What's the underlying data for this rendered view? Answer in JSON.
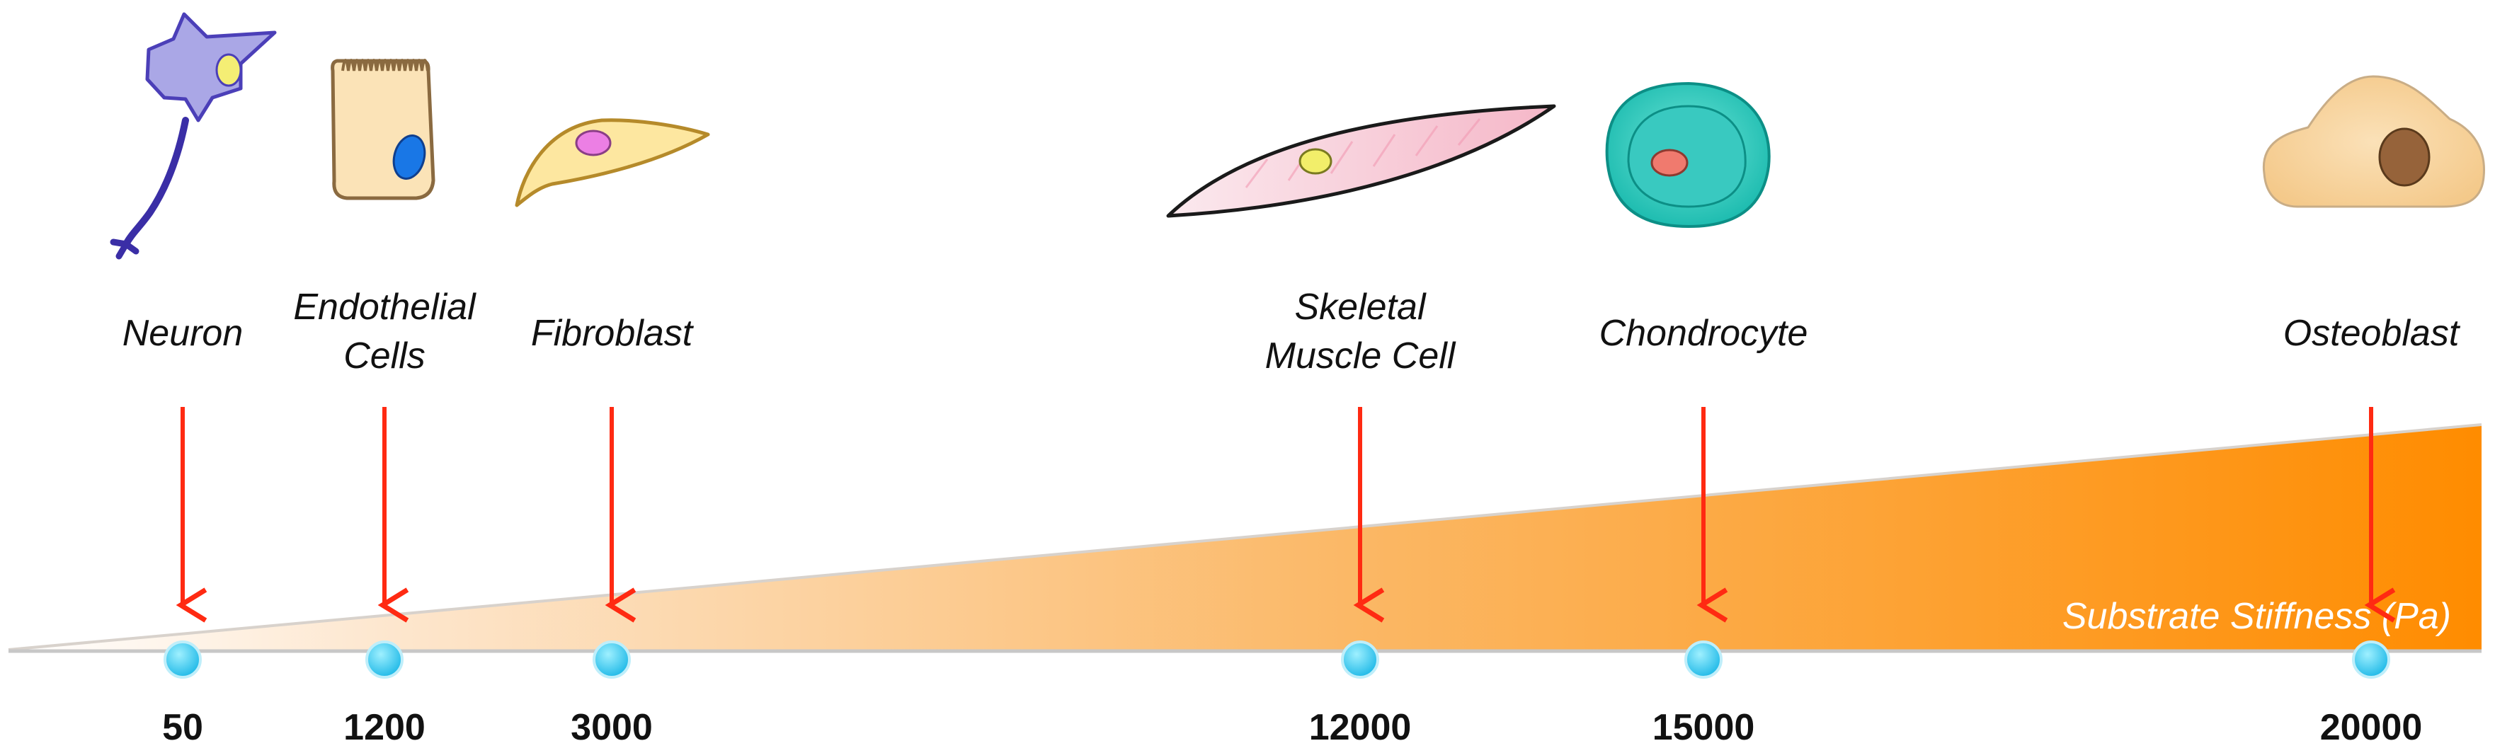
{
  "diagram": {
    "axis_title": "Substrate Stiffness (Pa)",
    "colors": {
      "wedge_start": "#ffffff",
      "wedge_end": "#ff8c00",
      "arrow": "#ff2a12",
      "marker": "#33c8f0"
    },
    "cells": [
      {
        "id": "neuron",
        "label_lines": [
          "Neuron"
        ],
        "value": 50,
        "tick_label": "50",
        "icon": "neuron-icon"
      },
      {
        "id": "endothelial",
        "label_lines": [
          "Endothelial",
          "Cells"
        ],
        "value": 1200,
        "tick_label": "1200",
        "icon": "endothelial-cell-icon"
      },
      {
        "id": "fibroblast",
        "label_lines": [
          "Fibroblast"
        ],
        "value": 3000,
        "tick_label": "3000",
        "icon": "fibroblast-icon"
      },
      {
        "id": "skeletal",
        "label_lines": [
          "Skeletal",
          "Muscle Cell"
        ],
        "value": 12000,
        "tick_label": "12000",
        "icon": "skeletal-muscle-cell-icon"
      },
      {
        "id": "chondrocyte",
        "label_lines": [
          "Chondrocyte"
        ],
        "value": 15000,
        "tick_label": "15000",
        "icon": "chondrocyte-icon"
      },
      {
        "id": "osteoblast",
        "label_lines": [
          "Osteoblast"
        ],
        "value": 20000,
        "tick_label": "20000",
        "icon": "osteoblast-icon"
      }
    ]
  }
}
